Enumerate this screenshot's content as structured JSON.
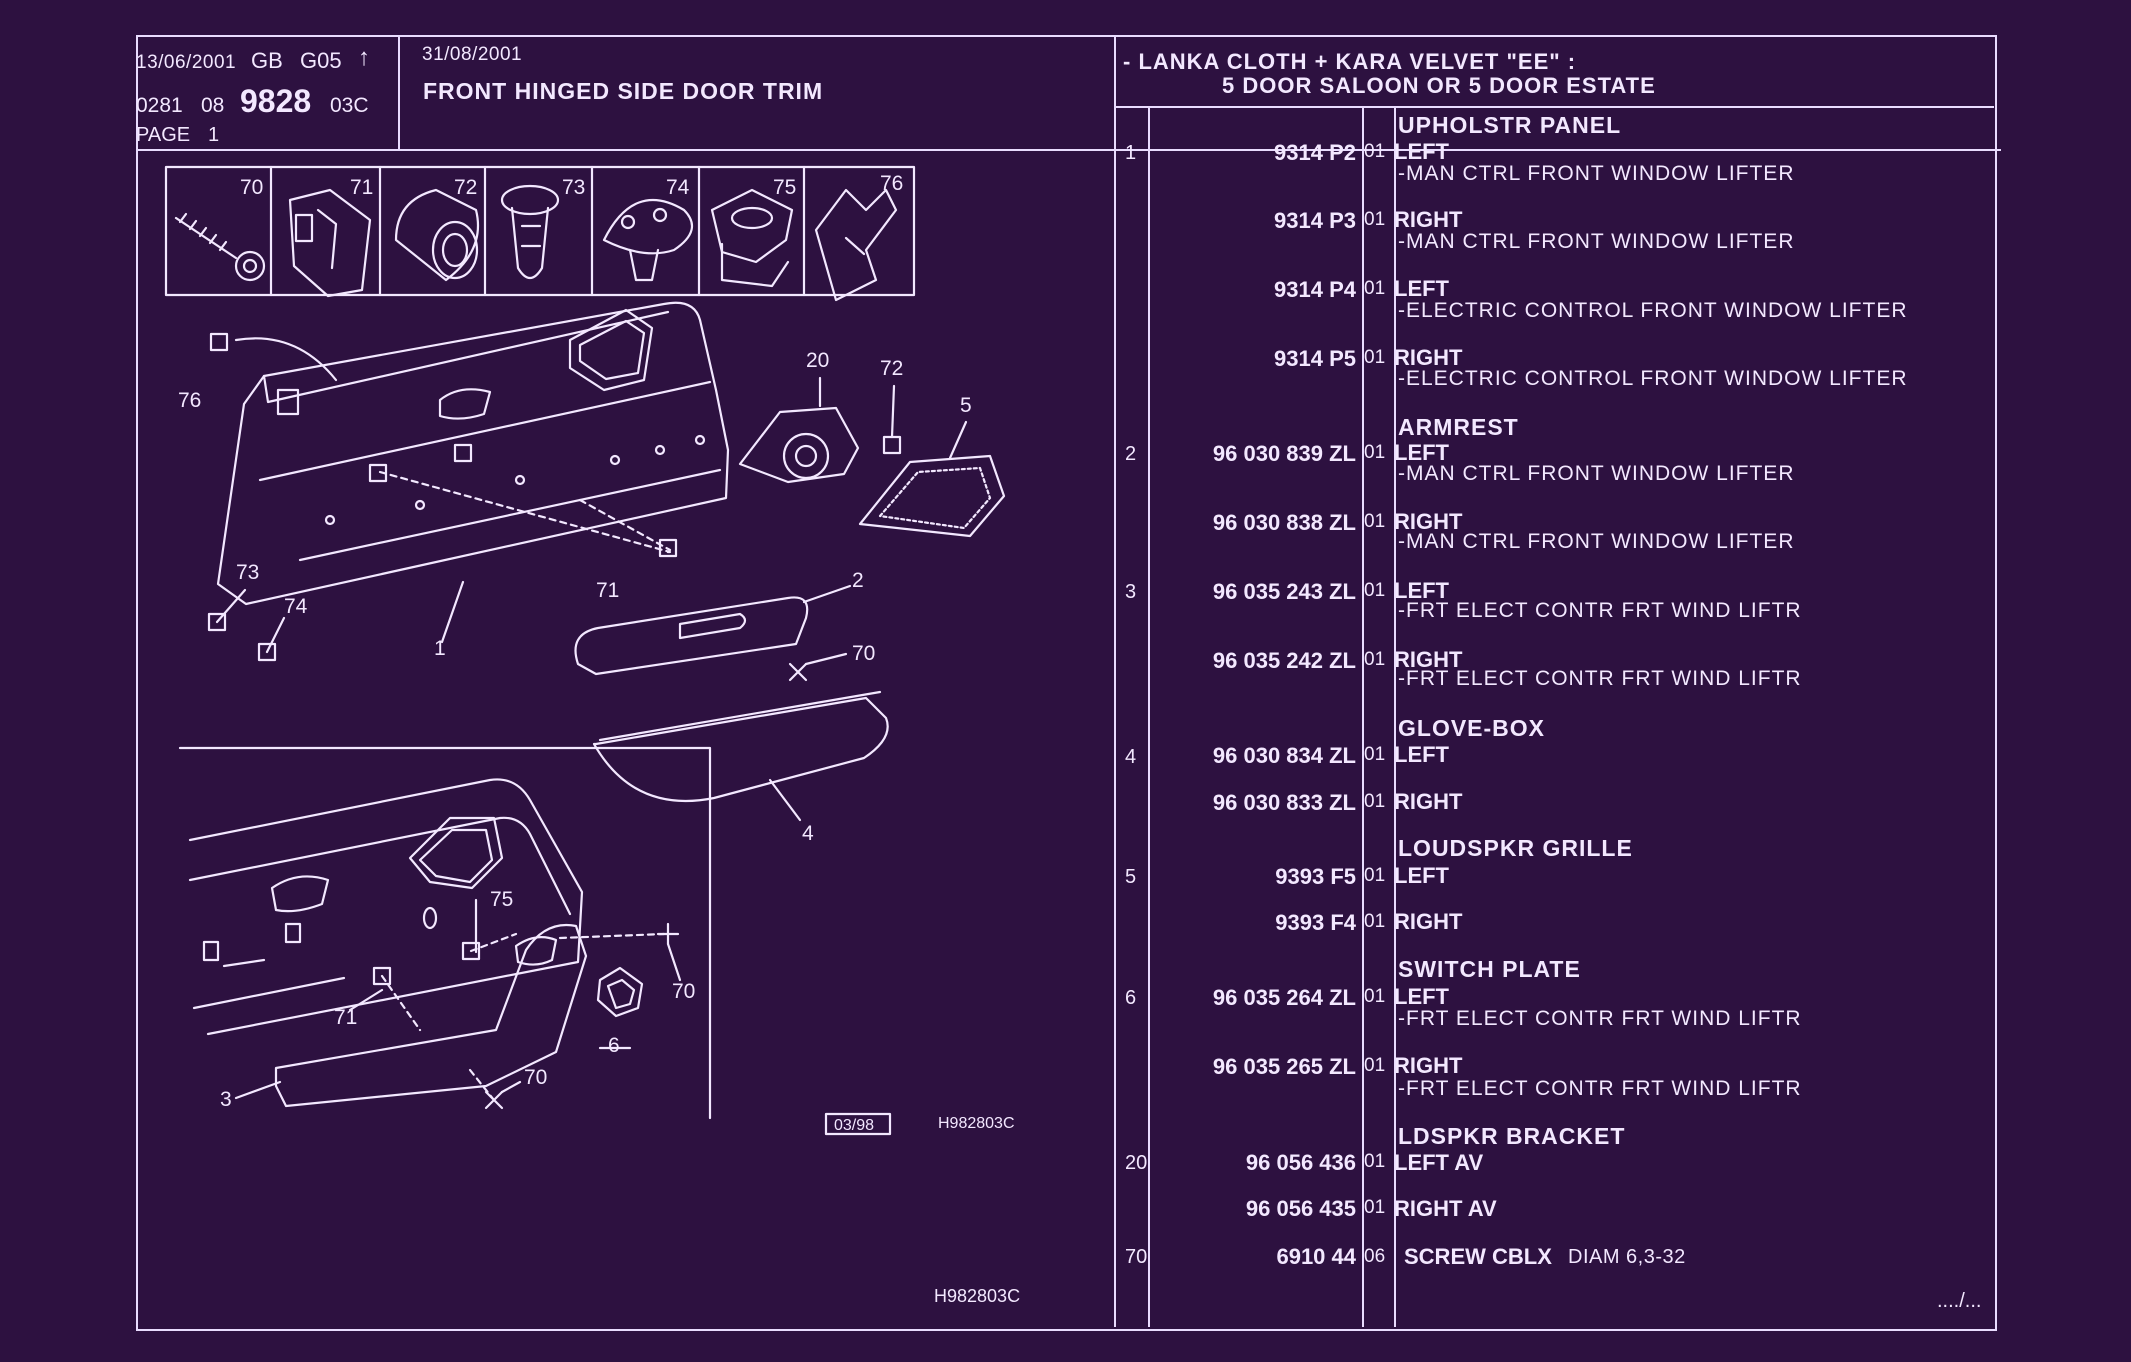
{
  "header": {
    "date1": "13/06/2001",
    "code1": "GB",
    "code2": "G05",
    "arrow": "↑",
    "ref_prefix": "0281",
    "ref_mid": "08",
    "ref_main": "9828",
    "ref_suffix": "03C",
    "page_label": "PAGE",
    "page_number": "1",
    "date2": "31/08/2001",
    "title": "FRONT HINGED SIDE DOOR TRIM",
    "spec_line1": "- LANKA CLOTH + KARA VELVET \"EE\" :",
    "spec_line2": "5 DOOR SALOON OR 5 DOOR ESTATE"
  },
  "diagram": {
    "fastener_numbers": [
      "70",
      "71",
      "72",
      "73",
      "74",
      "75",
      "76"
    ],
    "callouts": [
      "76",
      "20",
      "72",
      "5",
      "73",
      "74",
      "71",
      "1",
      "2",
      "70",
      "4",
      "75",
      "71",
      "70",
      "6",
      "3",
      "70"
    ],
    "stamp": "03/98",
    "drawing_ref": "H982803C",
    "footer_ref": "H982803C"
  },
  "parts": {
    "groups": [
      {
        "heading": "UPHOLSTR PANEL",
        "rows": [
          {
            "ref": "1",
            "number": "9314 P2",
            "qty": "01",
            "side": "LEFT",
            "desc": "-MAN CTRL FRONT WINDOW LIFTER"
          },
          {
            "ref": "",
            "number": "9314 P3",
            "qty": "01",
            "side": "RIGHT",
            "desc": "-MAN CTRL FRONT WINDOW LIFTER"
          },
          {
            "ref": "",
            "number": "9314 P4",
            "qty": "01",
            "side": "LEFT",
            "desc": "-ELECTRIC CONTROL FRONT WINDOW LIFTER"
          },
          {
            "ref": "",
            "number": "9314 P5",
            "qty": "01",
            "side": "RIGHT",
            "desc": "-ELECTRIC CONTROL FRONT WINDOW LIFTER"
          }
        ]
      },
      {
        "heading": "ARMREST",
        "rows": [
          {
            "ref": "2",
            "number": "96 030 839 ZL",
            "qty": "01",
            "side": "LEFT",
            "desc": "-MAN CTRL FRONT WINDOW LIFTER"
          },
          {
            "ref": "",
            "number": "96 030 838 ZL",
            "qty": "01",
            "side": "RIGHT",
            "desc": "-MAN CTRL FRONT WINDOW LIFTER"
          },
          {
            "ref": "3",
            "number": "96 035 243 ZL",
            "qty": "01",
            "side": "LEFT",
            "desc": "-FRT ELECT CONTR FRT WIND LIFTR"
          },
          {
            "ref": "",
            "number": "96 035 242 ZL",
            "qty": "01",
            "side": "RIGHT",
            "desc": "-FRT ELECT CONTR FRT WIND LIFTR"
          }
        ]
      },
      {
        "heading": "GLOVE-BOX",
        "rows": [
          {
            "ref": "4",
            "number": "96 030 834 ZL",
            "qty": "01",
            "side": "LEFT",
            "desc": ""
          },
          {
            "ref": "",
            "number": "96 030 833 ZL",
            "qty": "01",
            "side": "RIGHT",
            "desc": ""
          }
        ]
      },
      {
        "heading": "LOUDSPKR GRILLE",
        "rows": [
          {
            "ref": "5",
            "number": "9393 F5",
            "qty": "01",
            "side": "LEFT",
            "desc": ""
          },
          {
            "ref": "",
            "number": "9393 F4",
            "qty": "01",
            "side": "RIGHT",
            "desc": ""
          }
        ]
      },
      {
        "heading": "SWITCH PLATE",
        "rows": [
          {
            "ref": "6",
            "number": "96 035 264 ZL",
            "qty": "01",
            "side": "LEFT",
            "desc": "-FRT ELECT CONTR FRT WIND LIFTR"
          },
          {
            "ref": "",
            "number": "96 035 265 ZL",
            "qty": "01",
            "side": "RIGHT",
            "desc": "-FRT ELECT CONTR FRT WIND LIFTR"
          }
        ]
      },
      {
        "heading": "LDSPKR BRACKET",
        "rows": [
          {
            "ref": "20",
            "number": "96 056 436",
            "qty": "01",
            "side": "LEFT AV",
            "desc": ""
          },
          {
            "ref": "",
            "number": "96 056 435",
            "qty": "01",
            "side": "RIGHT AV",
            "desc": ""
          }
        ]
      },
      {
        "heading": "",
        "rows": [
          {
            "ref": "70",
            "number": "6910 44",
            "qty": "06",
            "side": "SCREW CBLX",
            "desc": "DIAM 6,3-32"
          }
        ]
      }
    ],
    "continuation": "..../..."
  },
  "colors": {
    "background": "#2d1140",
    "ink": "#f3e8ff"
  }
}
